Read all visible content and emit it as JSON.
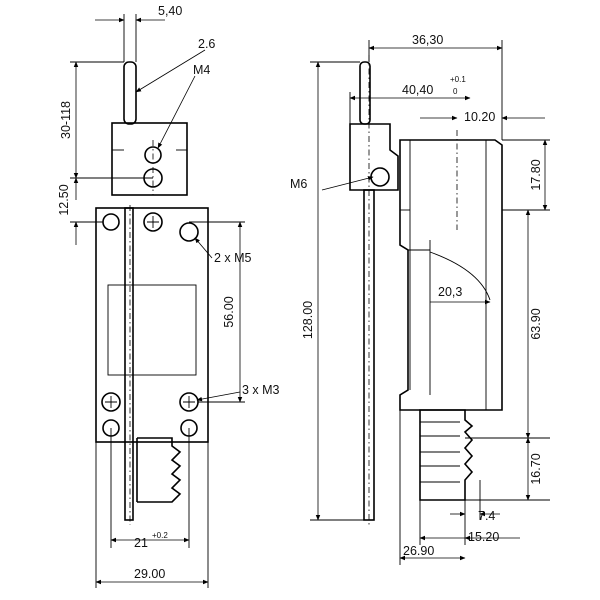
{
  "front_view": {
    "dims": {
      "tip_width": "5,40",
      "rod_dia": "2.6",
      "thread_top": "M4",
      "rod_length": "30-118",
      "mount_offset": "12.50",
      "mount_holes": "2 x M5",
      "hole_spacing": "56.00",
      "screws": "3 x M3",
      "base_spacing": "21",
      "base_spacing_tol": "+0.2",
      "body_width": "29.00"
    }
  },
  "side_view": {
    "dims": {
      "top_width": "36,30",
      "actuator_width": "40,40",
      "actuator_tol_upper": "+0.1",
      "actuator_tol_lower": "0",
      "head_width": "10.20",
      "actuator_thread": "M6",
      "head_height": "17.80",
      "overall_height": "128.00",
      "arc_radius": "20,3",
      "body_height": "63.90",
      "boot_height": "16.70",
      "boot_offset": "7.4",
      "boot_pos": "15.20",
      "body_depth": "26.90"
    }
  }
}
